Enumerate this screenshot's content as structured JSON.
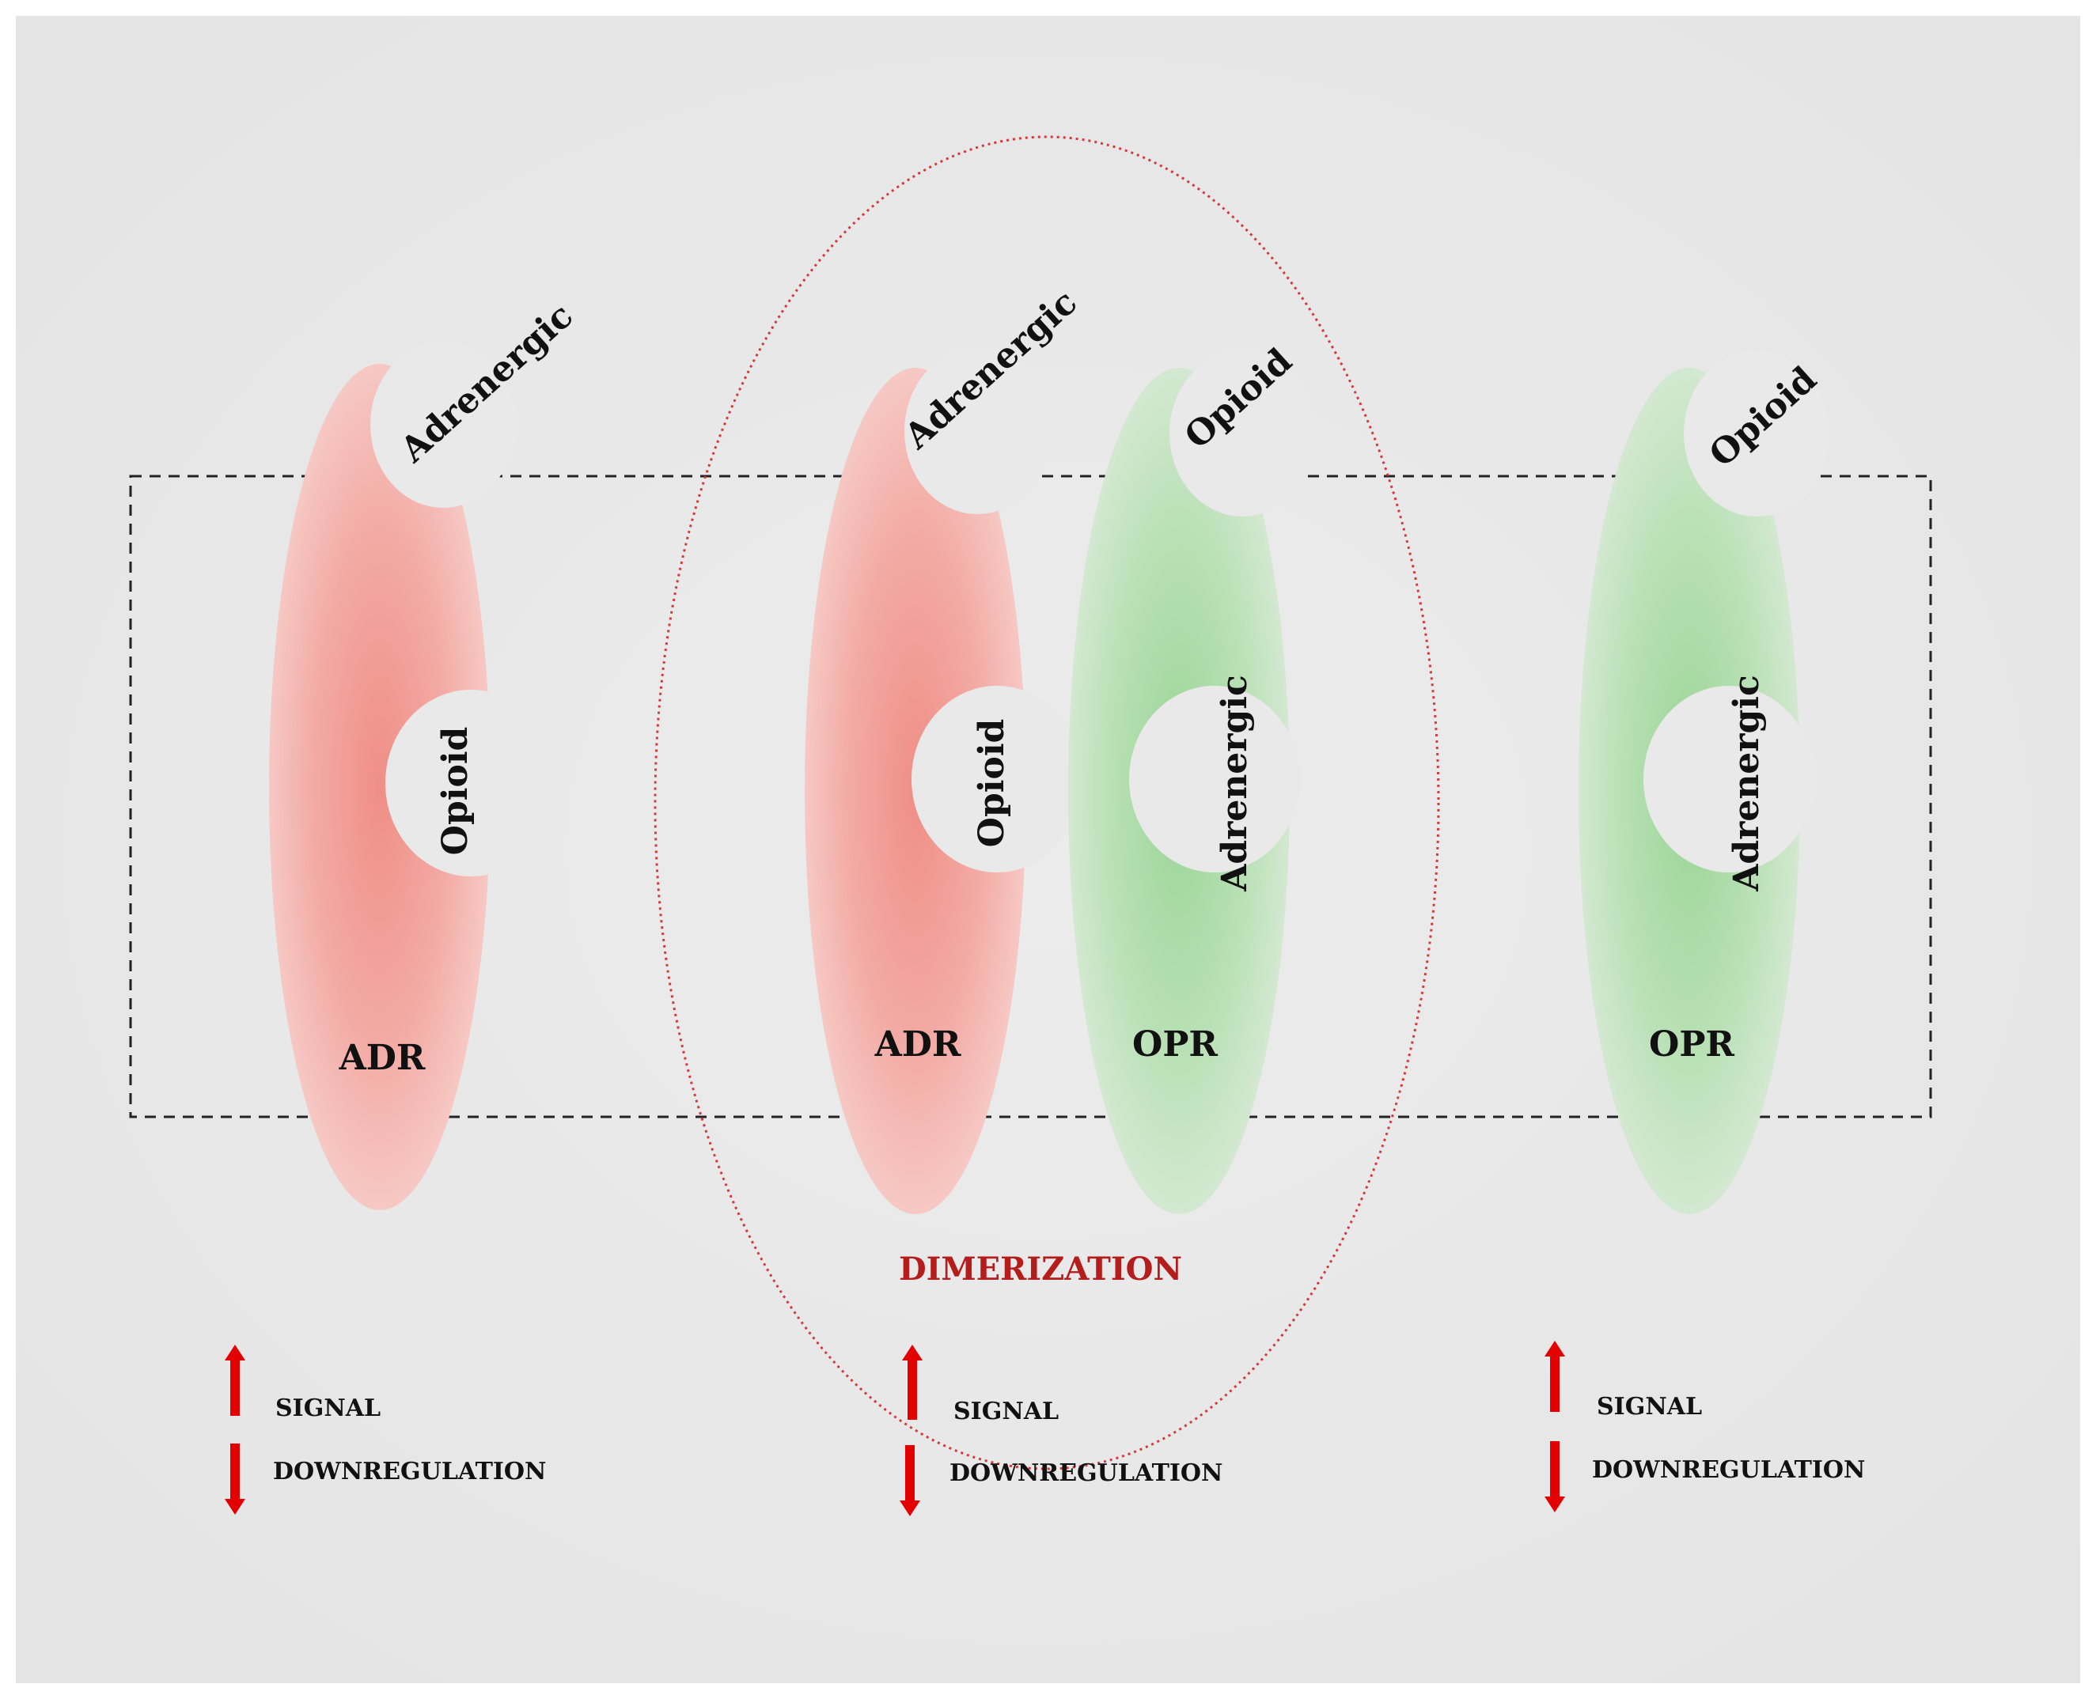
{
  "colors": {
    "adr_receptor": "#f29a92",
    "opr_receptor": "#a9dca5",
    "dimer_circle": "#d43a3a",
    "arrow": "#e30000",
    "dimer_label": "#b51c1c",
    "panel": "#e9e9e9"
  },
  "receptors": [
    {
      "label": "ADR",
      "type": "adr",
      "top_site": "Adrenergic",
      "mid_site": "Opioid"
    },
    {
      "label": "ADR",
      "type": "adr",
      "top_site": "Adrenergic",
      "mid_site": "Opioid"
    },
    {
      "label": "OPR",
      "type": "opr",
      "top_site": "Opioid",
      "mid_site": "Adrenergic"
    },
    {
      "label": "OPR",
      "type": "opr",
      "top_site": "Opioid",
      "mid_site": "Adrenergic"
    }
  ],
  "dimerization_label": "DIMERIZATION",
  "legend": [
    {
      "signal": "SIGNAL",
      "down": "DOWNREGULATION"
    },
    {
      "signal": "SIGNAL",
      "down": "DOWNREGULATION"
    },
    {
      "signal": "SIGNAL",
      "down": "DOWNREGULATION"
    }
  ]
}
